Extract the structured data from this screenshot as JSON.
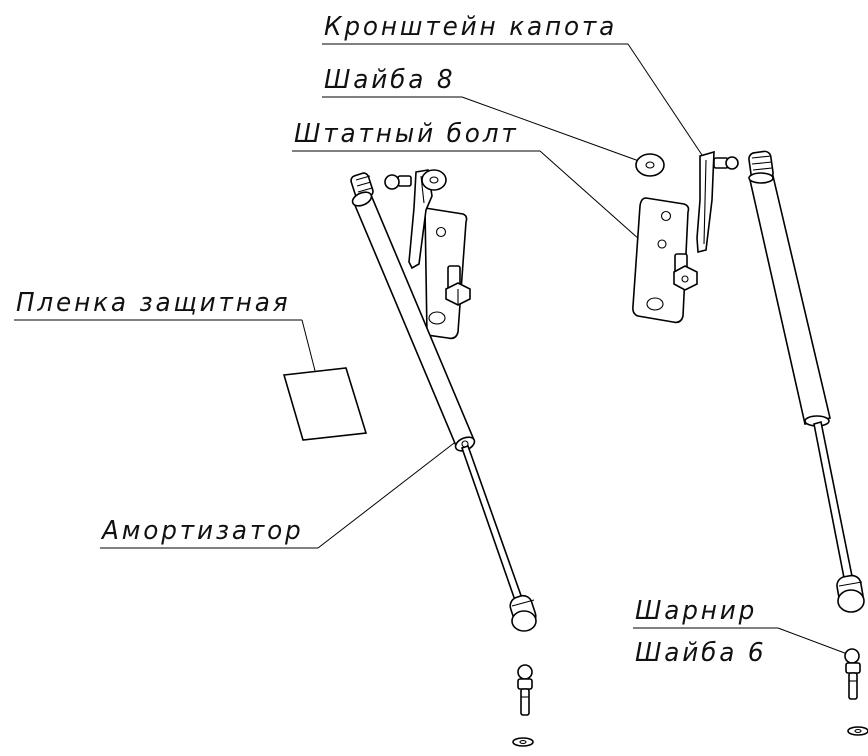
{
  "labels": {
    "bracket": "Кронштейн капота",
    "washer8": "Шайба 8",
    "bolt": "Штатный болт",
    "film": "Пленка защитная",
    "strut": "Амортизатор",
    "hinge": "Шарнир",
    "washer6": "Шайба 6"
  },
  "colors": {
    "line": "#000000",
    "background": "#ffffff"
  }
}
